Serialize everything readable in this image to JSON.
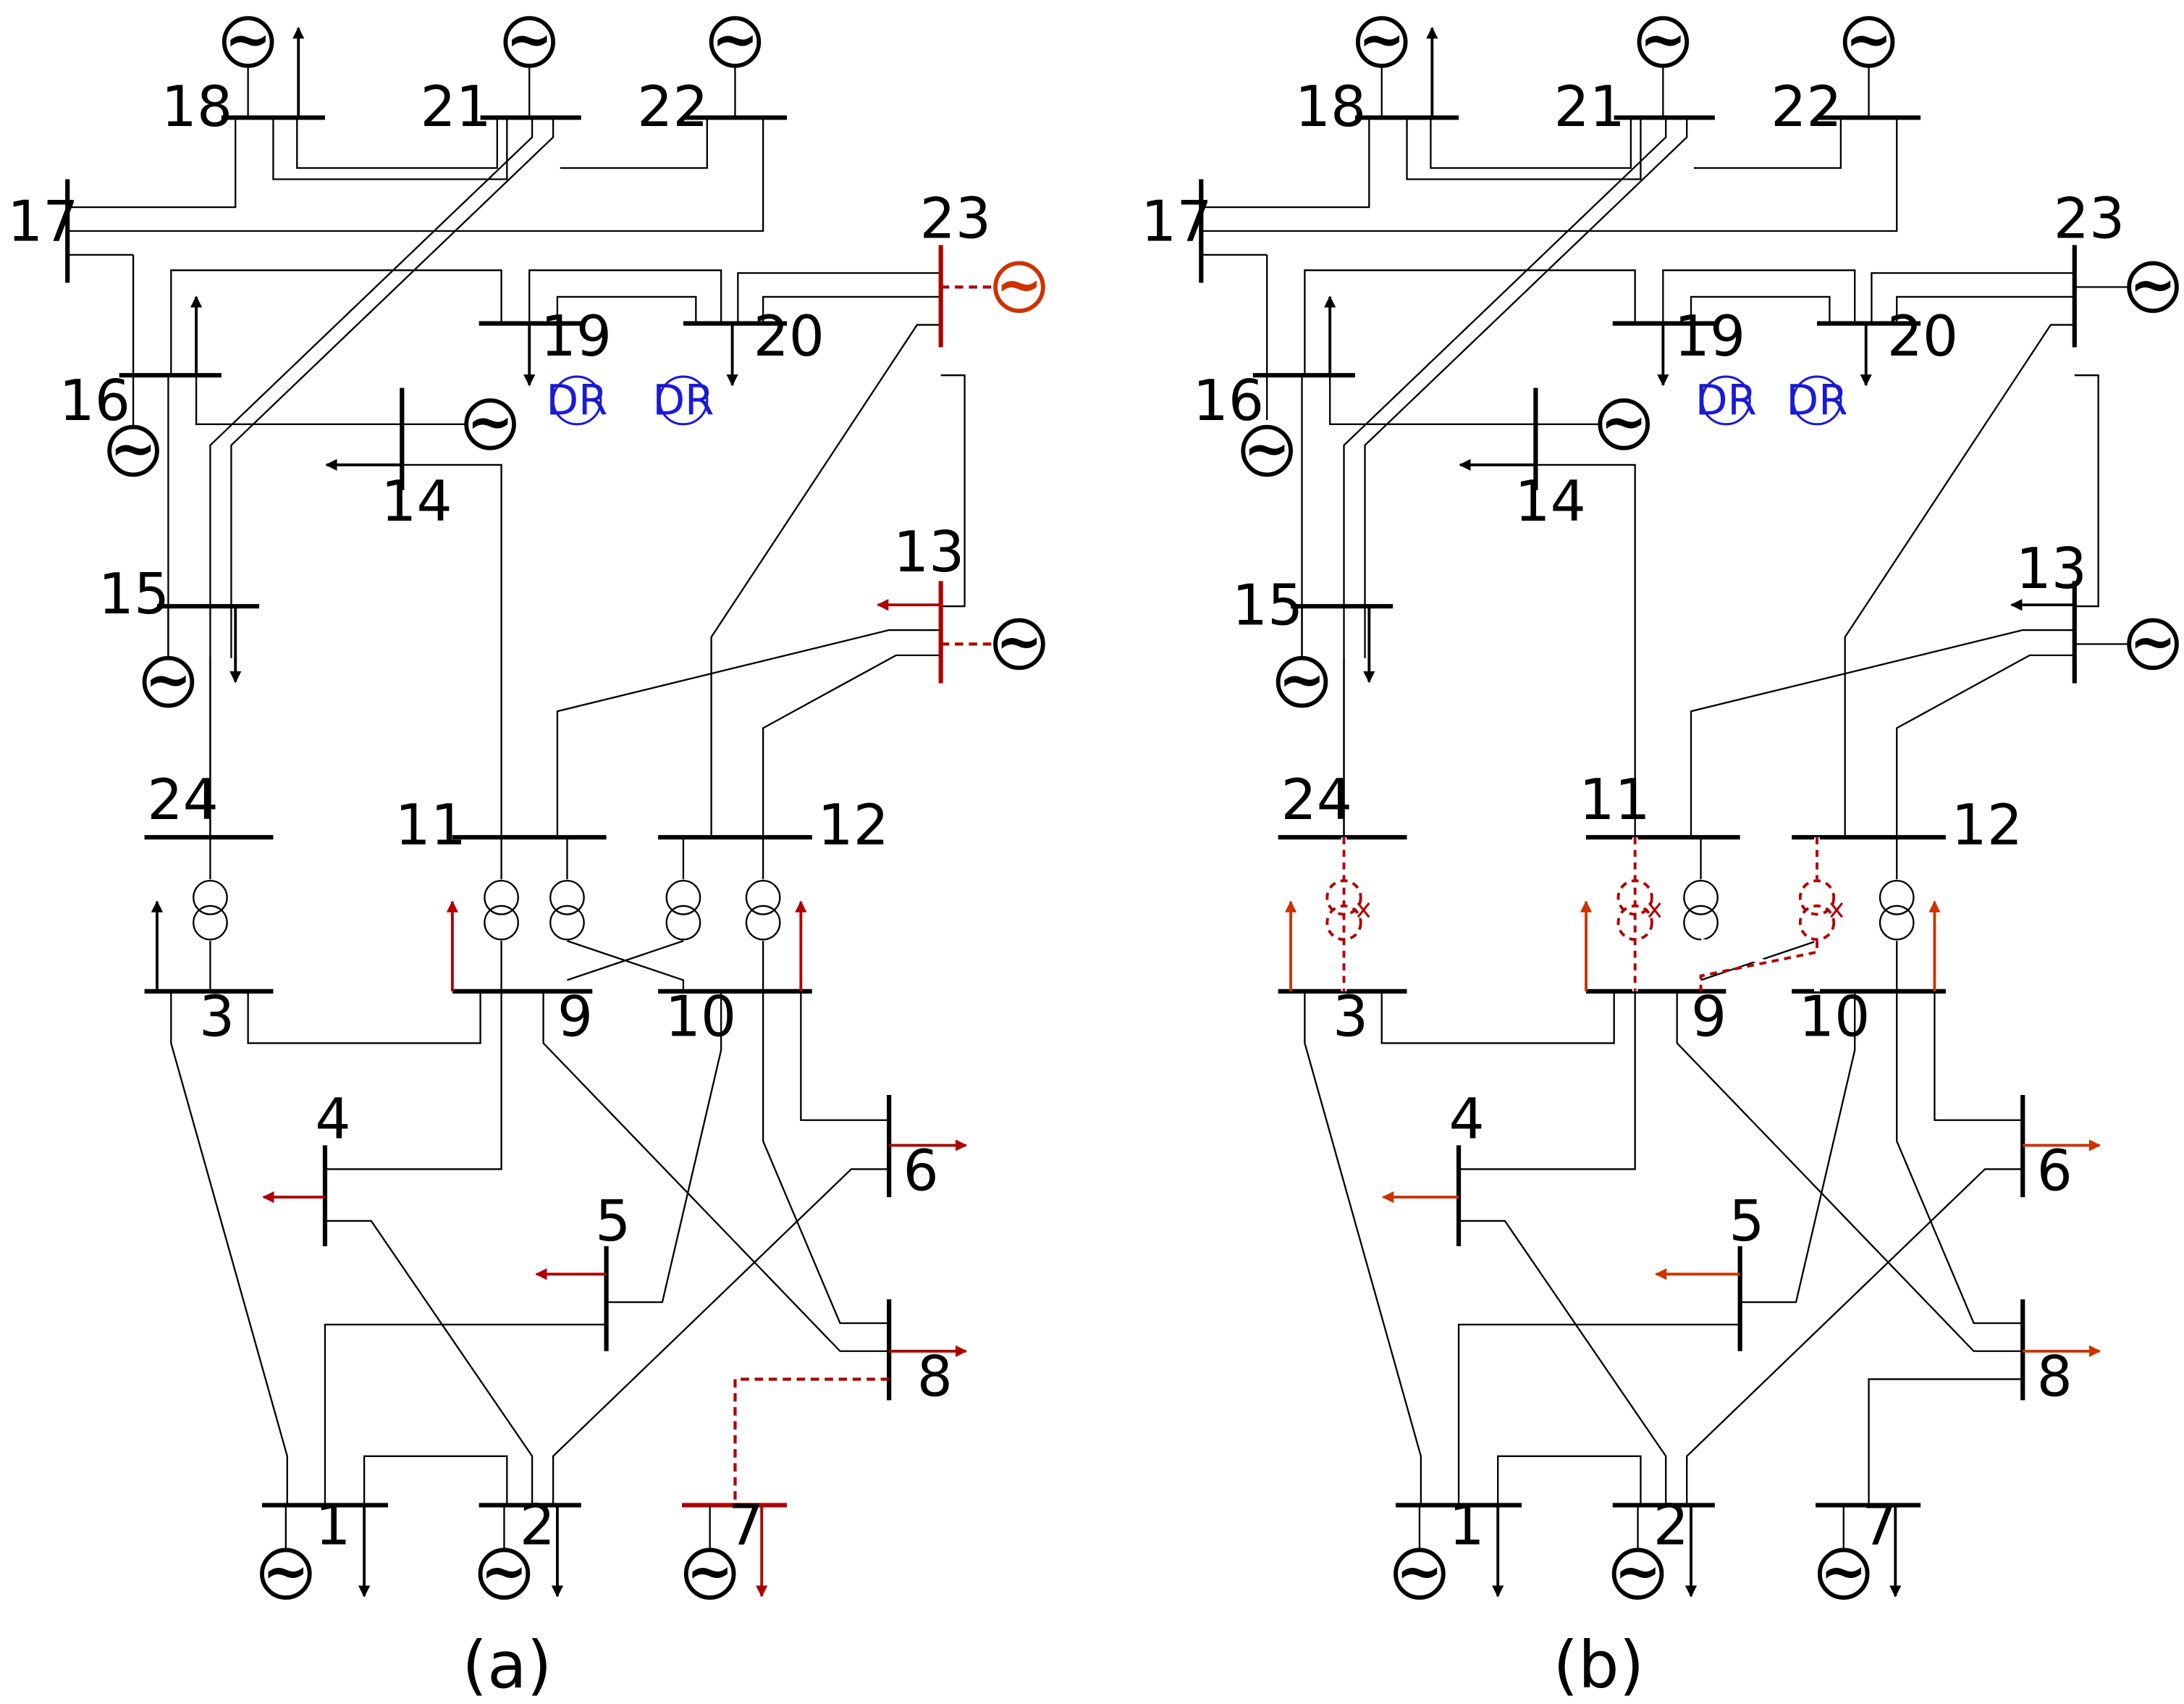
{
  "colors": {
    "line": "#000000",
    "outage": "#b00000",
    "changed": "#cc3300",
    "dr": "#1a1ad6"
  },
  "generator_symbol": "~",
  "dr_label": "DR",
  "panels": [
    {
      "caption": "(a)",
      "bus_labels": {
        "b1": "1",
        "b2": "2",
        "b3": "3",
        "b4": "4",
        "b5": "5",
        "b6": "6",
        "b7": "7",
        "b8": "8",
        "b9": "9",
        "b10": "10",
        "b11": "11",
        "b12": "12",
        "b13": "13",
        "b14": "14",
        "b15": "15",
        "b16": "16",
        "b17": "17",
        "b18": "18",
        "b19": "19",
        "b20": "20",
        "b21": "21",
        "b22": "22",
        "b23": "23",
        "b24": "24"
      }
    },
    {
      "caption": "(b)",
      "bus_labels": {
        "b1": "1",
        "b2": "2",
        "b3": "3",
        "b4": "4",
        "b5": "5",
        "b6": "6",
        "b7": "7",
        "b8": "8",
        "b9": "9",
        "b10": "10",
        "b11": "11",
        "b12": "12",
        "b13": "13",
        "b14": "14",
        "b15": "15",
        "b16": "16",
        "b17": "17",
        "b18": "18",
        "b19": "19",
        "b20": "20",
        "b21": "21",
        "b22": "22",
        "b23": "23",
        "b24": "24"
      }
    }
  ]
}
